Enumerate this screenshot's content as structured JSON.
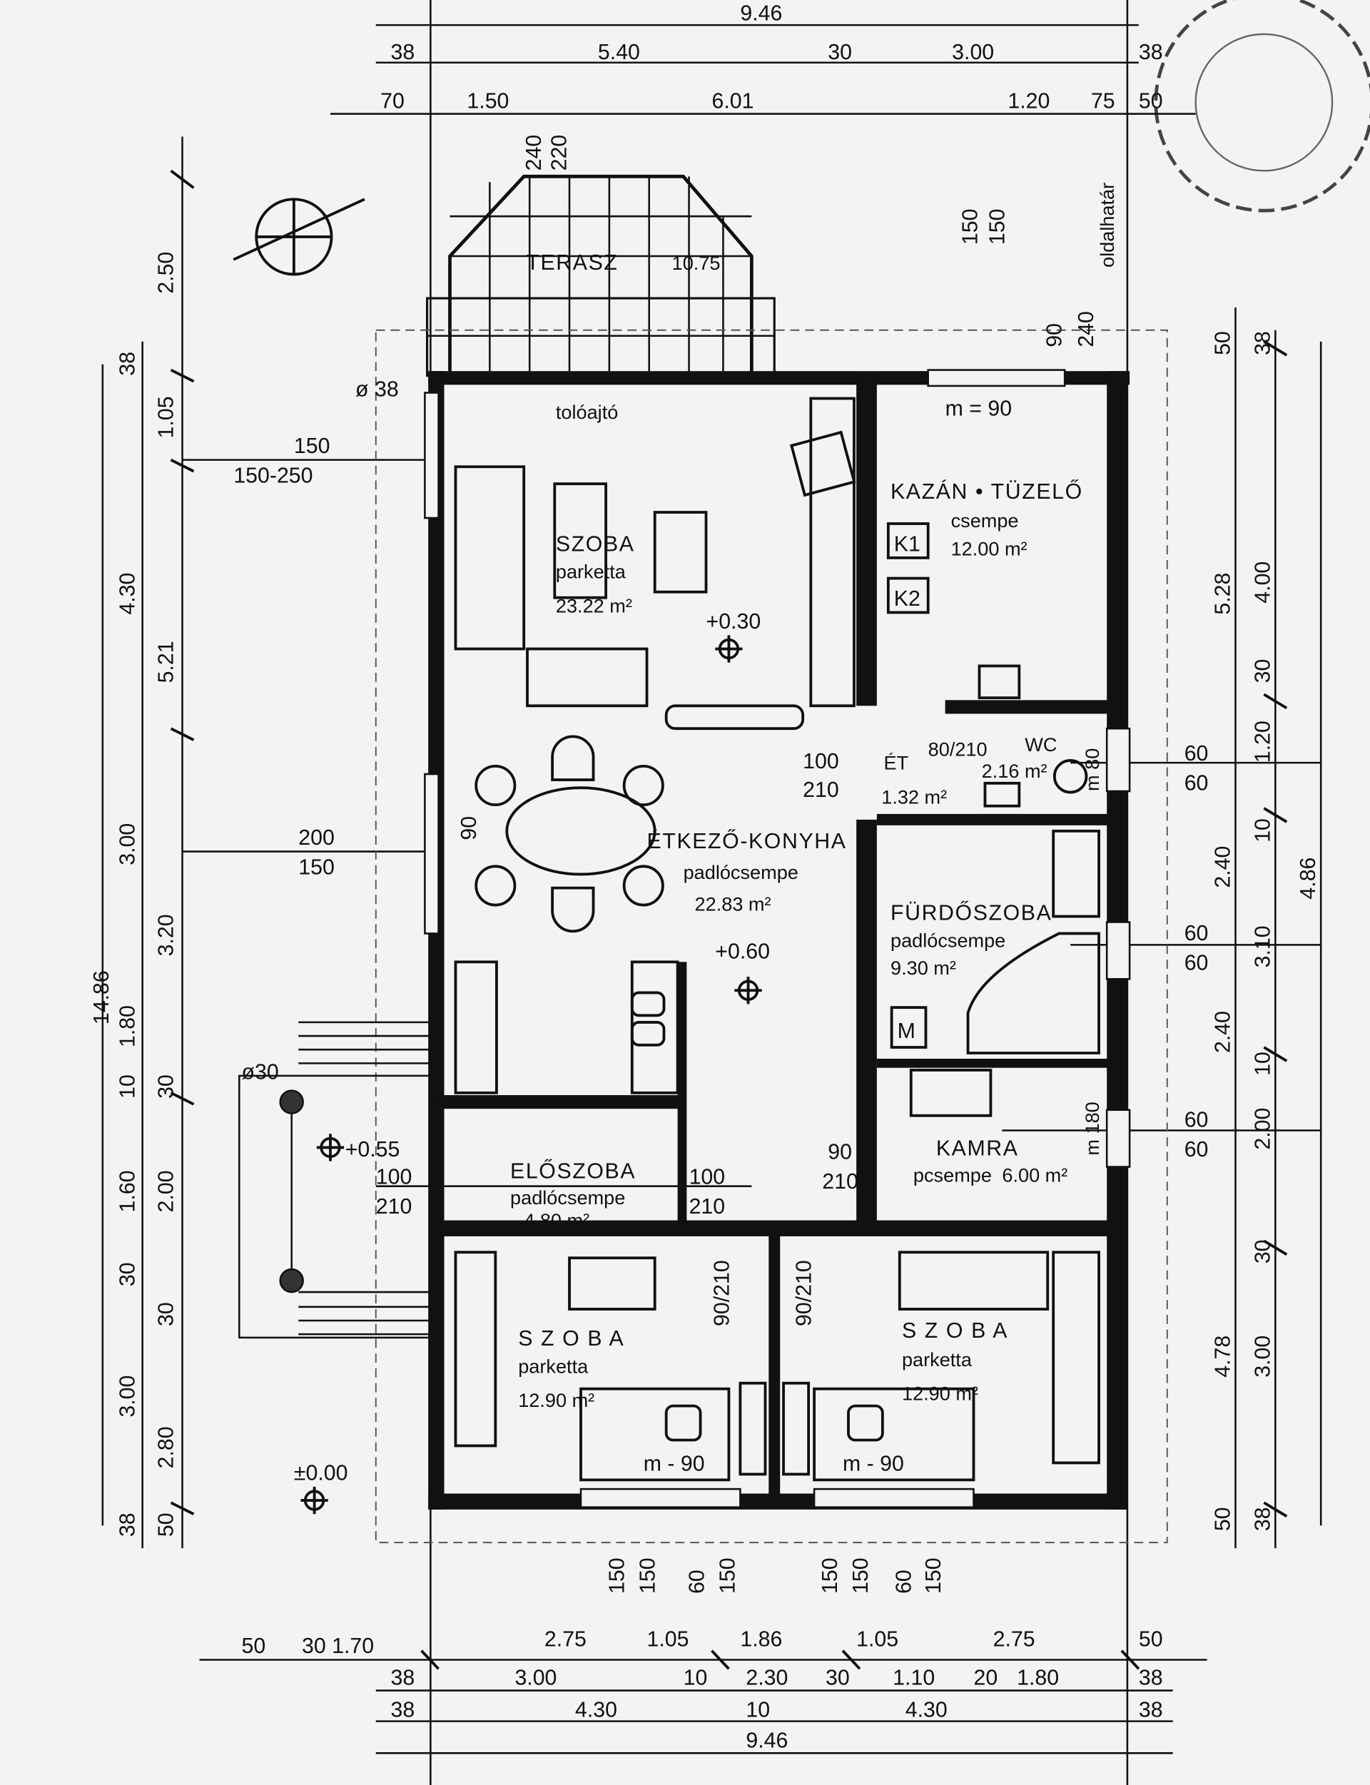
{
  "title_dims": {
    "top": [
      "9.46",
      "38",
      "5.40",
      "30",
      "3.00",
      "38",
      "70",
      "1.50",
      "6.01",
      "1.20",
      "75",
      "50"
    ],
    "terrace": [
      "240",
      "220",
      "150",
      "150",
      "90",
      "240"
    ],
    "left_outer": "14.86",
    "left_a": [
      "2.50",
      "4.30",
      "3.00",
      "1.80",
      "1.60",
      "3.00"
    ],
    "left_b": [
      "38",
      "1.05",
      "5.21",
      "3.20",
      "10",
      "30",
      "2.00",
      "30",
      "30",
      "2.80",
      "38",
      "50"
    ],
    "right_a": [
      "50",
      "38",
      "5.28",
      "4.86",
      "4.78",
      "50",
      "38"
    ],
    "right_b": [
      "4.00",
      "30",
      "1.20",
      "10",
      "2.40",
      "3.10",
      "2.40",
      "10",
      "2.00",
      "30",
      "3.00"
    ],
    "right_win": [
      "60",
      "60",
      "60",
      "60",
      "60",
      "60"
    ],
    "bottom_1": [
      "50",
      "30 1.70",
      "2.75",
      "1.05",
      "1.86",
      "1.05",
      "2.75",
      "50"
    ],
    "bottom_2": [
      "38",
      "3.00",
      "10",
      "2.30",
      "30",
      "1.10",
      "20",
      "1.80",
      "38"
    ],
    "bottom_3": [
      "38",
      "4.30",
      "10",
      "4.30",
      "38"
    ],
    "bottom_total": "9.46",
    "bottom_vert": [
      "150",
      "150",
      "60",
      "150",
      "150",
      "150",
      "60",
      "150"
    ]
  },
  "annotations": {
    "column": "ø 38",
    "sliding_door": "tolóajtó",
    "w1_top": "150",
    "w1_bot": "150-250",
    "w2_top": "200",
    "w2_bot": "150",
    "d_entry_top": "100",
    "d_entry_bot": "210",
    "d_hall_top": "100",
    "d_hall_bot": "210",
    "d_kitchen_top": "100",
    "d_kitchen_bot": "210",
    "d_kamra_top": "90",
    "d_kamra_bot": "210",
    "d_bed1": "90/210",
    "d_bed2": "90/210",
    "stair_col": "ø30",
    "side_boundary": "oldalhatár",
    "v90": "90",
    "v_wc": "80/210",
    "m90_a": "m = 90",
    "m90_b": "m - 90",
    "m90_c": "m - 90",
    "k1": "K1",
    "k2": "K2",
    "m_box": "M",
    "kamra_win": "m 180",
    "wc_win": "m 80"
  },
  "rooms": {
    "terrace": {
      "name": "TERASZ",
      "area": "10.75"
    },
    "living": {
      "name": "SZOBA",
      "floor": "parketta",
      "area": "23.22 m²",
      "level": "+0.30"
    },
    "boiler": {
      "name": "KAZÁN • TÜZELŐ",
      "floor": "csempe",
      "area": "12.00 m²"
    },
    "et": {
      "name": "ÉT",
      "area": "1.32 m²"
    },
    "wc": {
      "name": "WC",
      "area": "2.16 m²"
    },
    "kitchen": {
      "name": "ÉTKEZŐ-KONYHA",
      "floor": "padlócsempe",
      "area": "22.83 m²",
      "level": "+0.60"
    },
    "bath": {
      "name": "FÜRDŐSZOBA",
      "floor": "padlócsempe",
      "area": "9.30 m²"
    },
    "pantry": {
      "name": "KAMRA",
      "floor": "pcsempe",
      "area": "6.00 m²"
    },
    "hall": {
      "name": "ELŐSZOBA",
      "floor": "padlócsempe",
      "area": "4.80 m²",
      "level": "+0.55"
    },
    "bed1": {
      "name": "S Z O B A",
      "floor": "parketta",
      "area": "12.90 m²"
    },
    "bed2": {
      "name": "S Z O B A",
      "floor": "parketta",
      "area": "12.90 m²"
    },
    "ground": {
      "level": "±0.00"
    }
  }
}
